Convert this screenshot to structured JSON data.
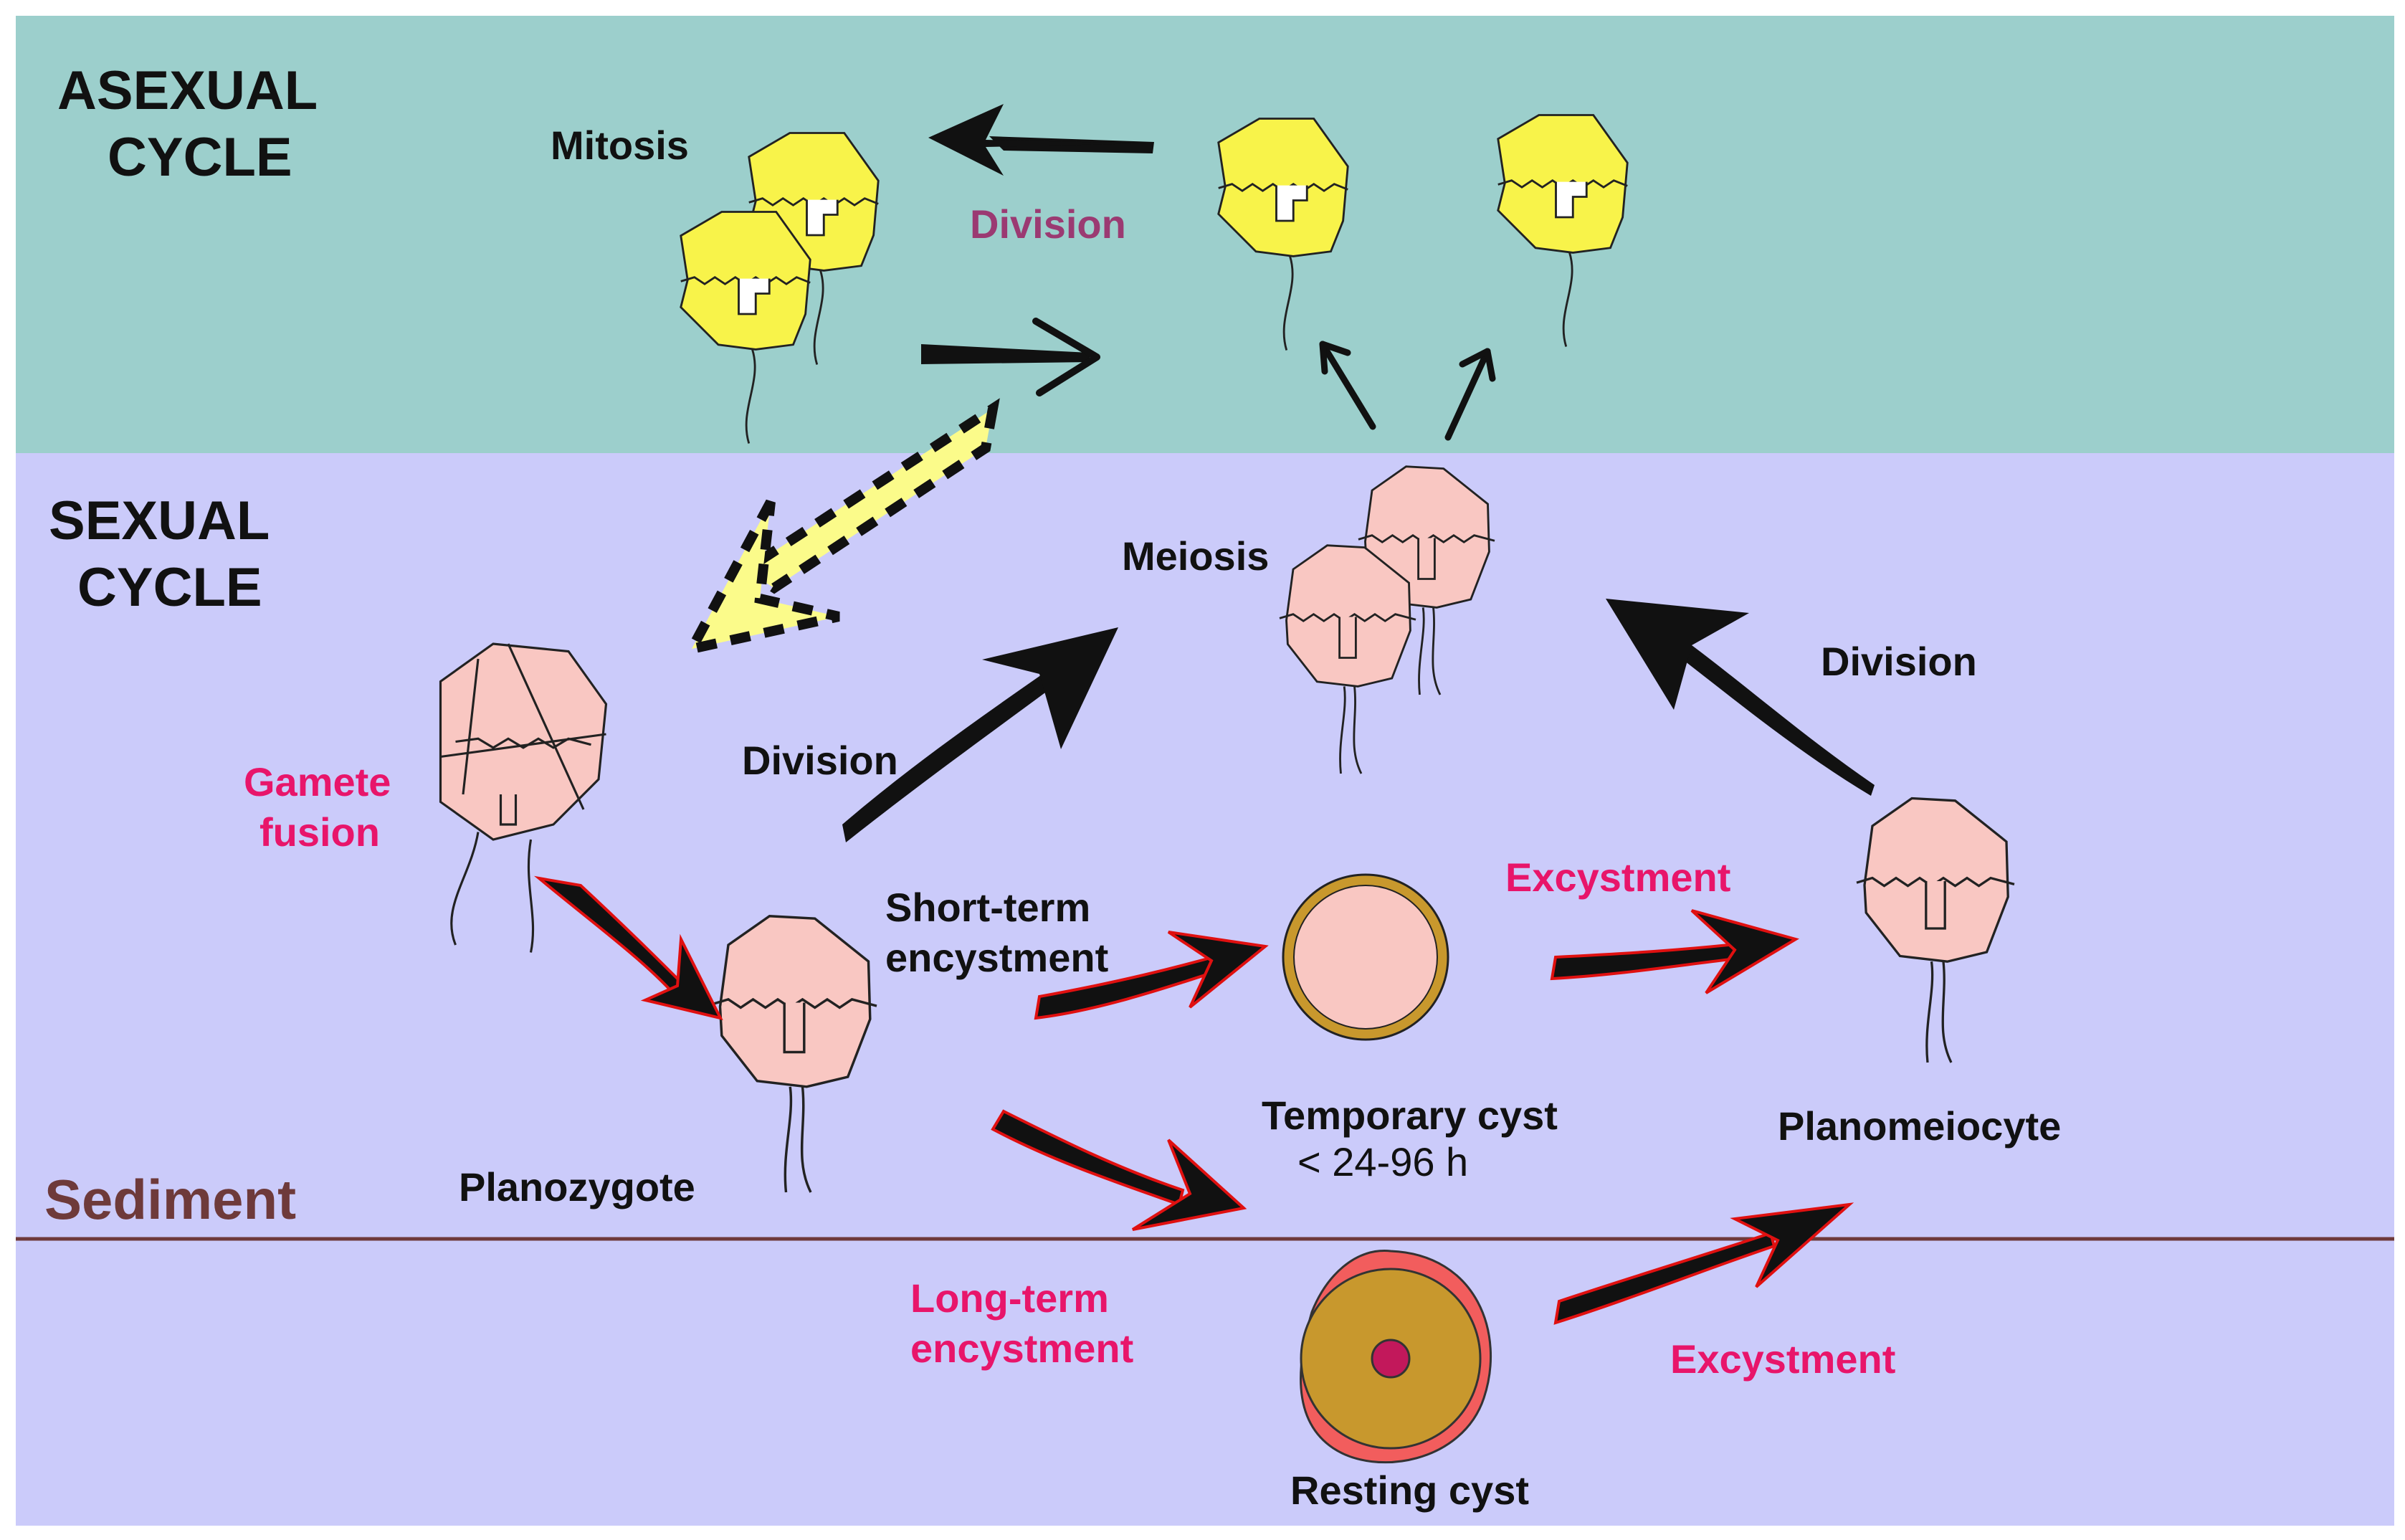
{
  "colors": {
    "asexual_band": "#9ccfcc",
    "sexual_band": "#cbcbfa",
    "sediment_line": "#6e3a3a",
    "cell_yellow": "#f8f34a",
    "cell_pink": "#f9c7c2",
    "pink_label": "#e8156a",
    "plum_label": "#9b3a72",
    "arrow_black": "#111111",
    "arrow_red_outline": "#e01010",
    "cyst_outer": "#f25d5d",
    "cyst_inner": "#c8982d",
    "cyst_nucleus": "#c2185b"
  },
  "sections": {
    "asexual_line1": "ASEXUAL",
    "asexual_line2": "CYCLE",
    "sexual_line1": "SEXUAL",
    "sexual_line2": "CYCLE",
    "sediment": "Sediment"
  },
  "labels": {
    "mitosis": "Mitosis",
    "division_asexual": "Division",
    "meiosis": "Meiosis",
    "division_left": "Division",
    "division_right": "Division",
    "gamete_line1": "Gamete",
    "gamete_line2": "fusion",
    "short_term_line1": "Short-term",
    "short_term_line2": "encystment",
    "excystment_top": "Excystment",
    "temporary_cyst": "Temporary cyst",
    "temporary_cyst_time": "< 24-96 h",
    "planomeiocyte": "Planomeiocyte",
    "planozygote": "Planozygote",
    "long_term_line1": "Long-term",
    "long_term_line2": "encystment",
    "excystment_bottom": "Excystment",
    "resting_cyst": "Resting cyst"
  }
}
